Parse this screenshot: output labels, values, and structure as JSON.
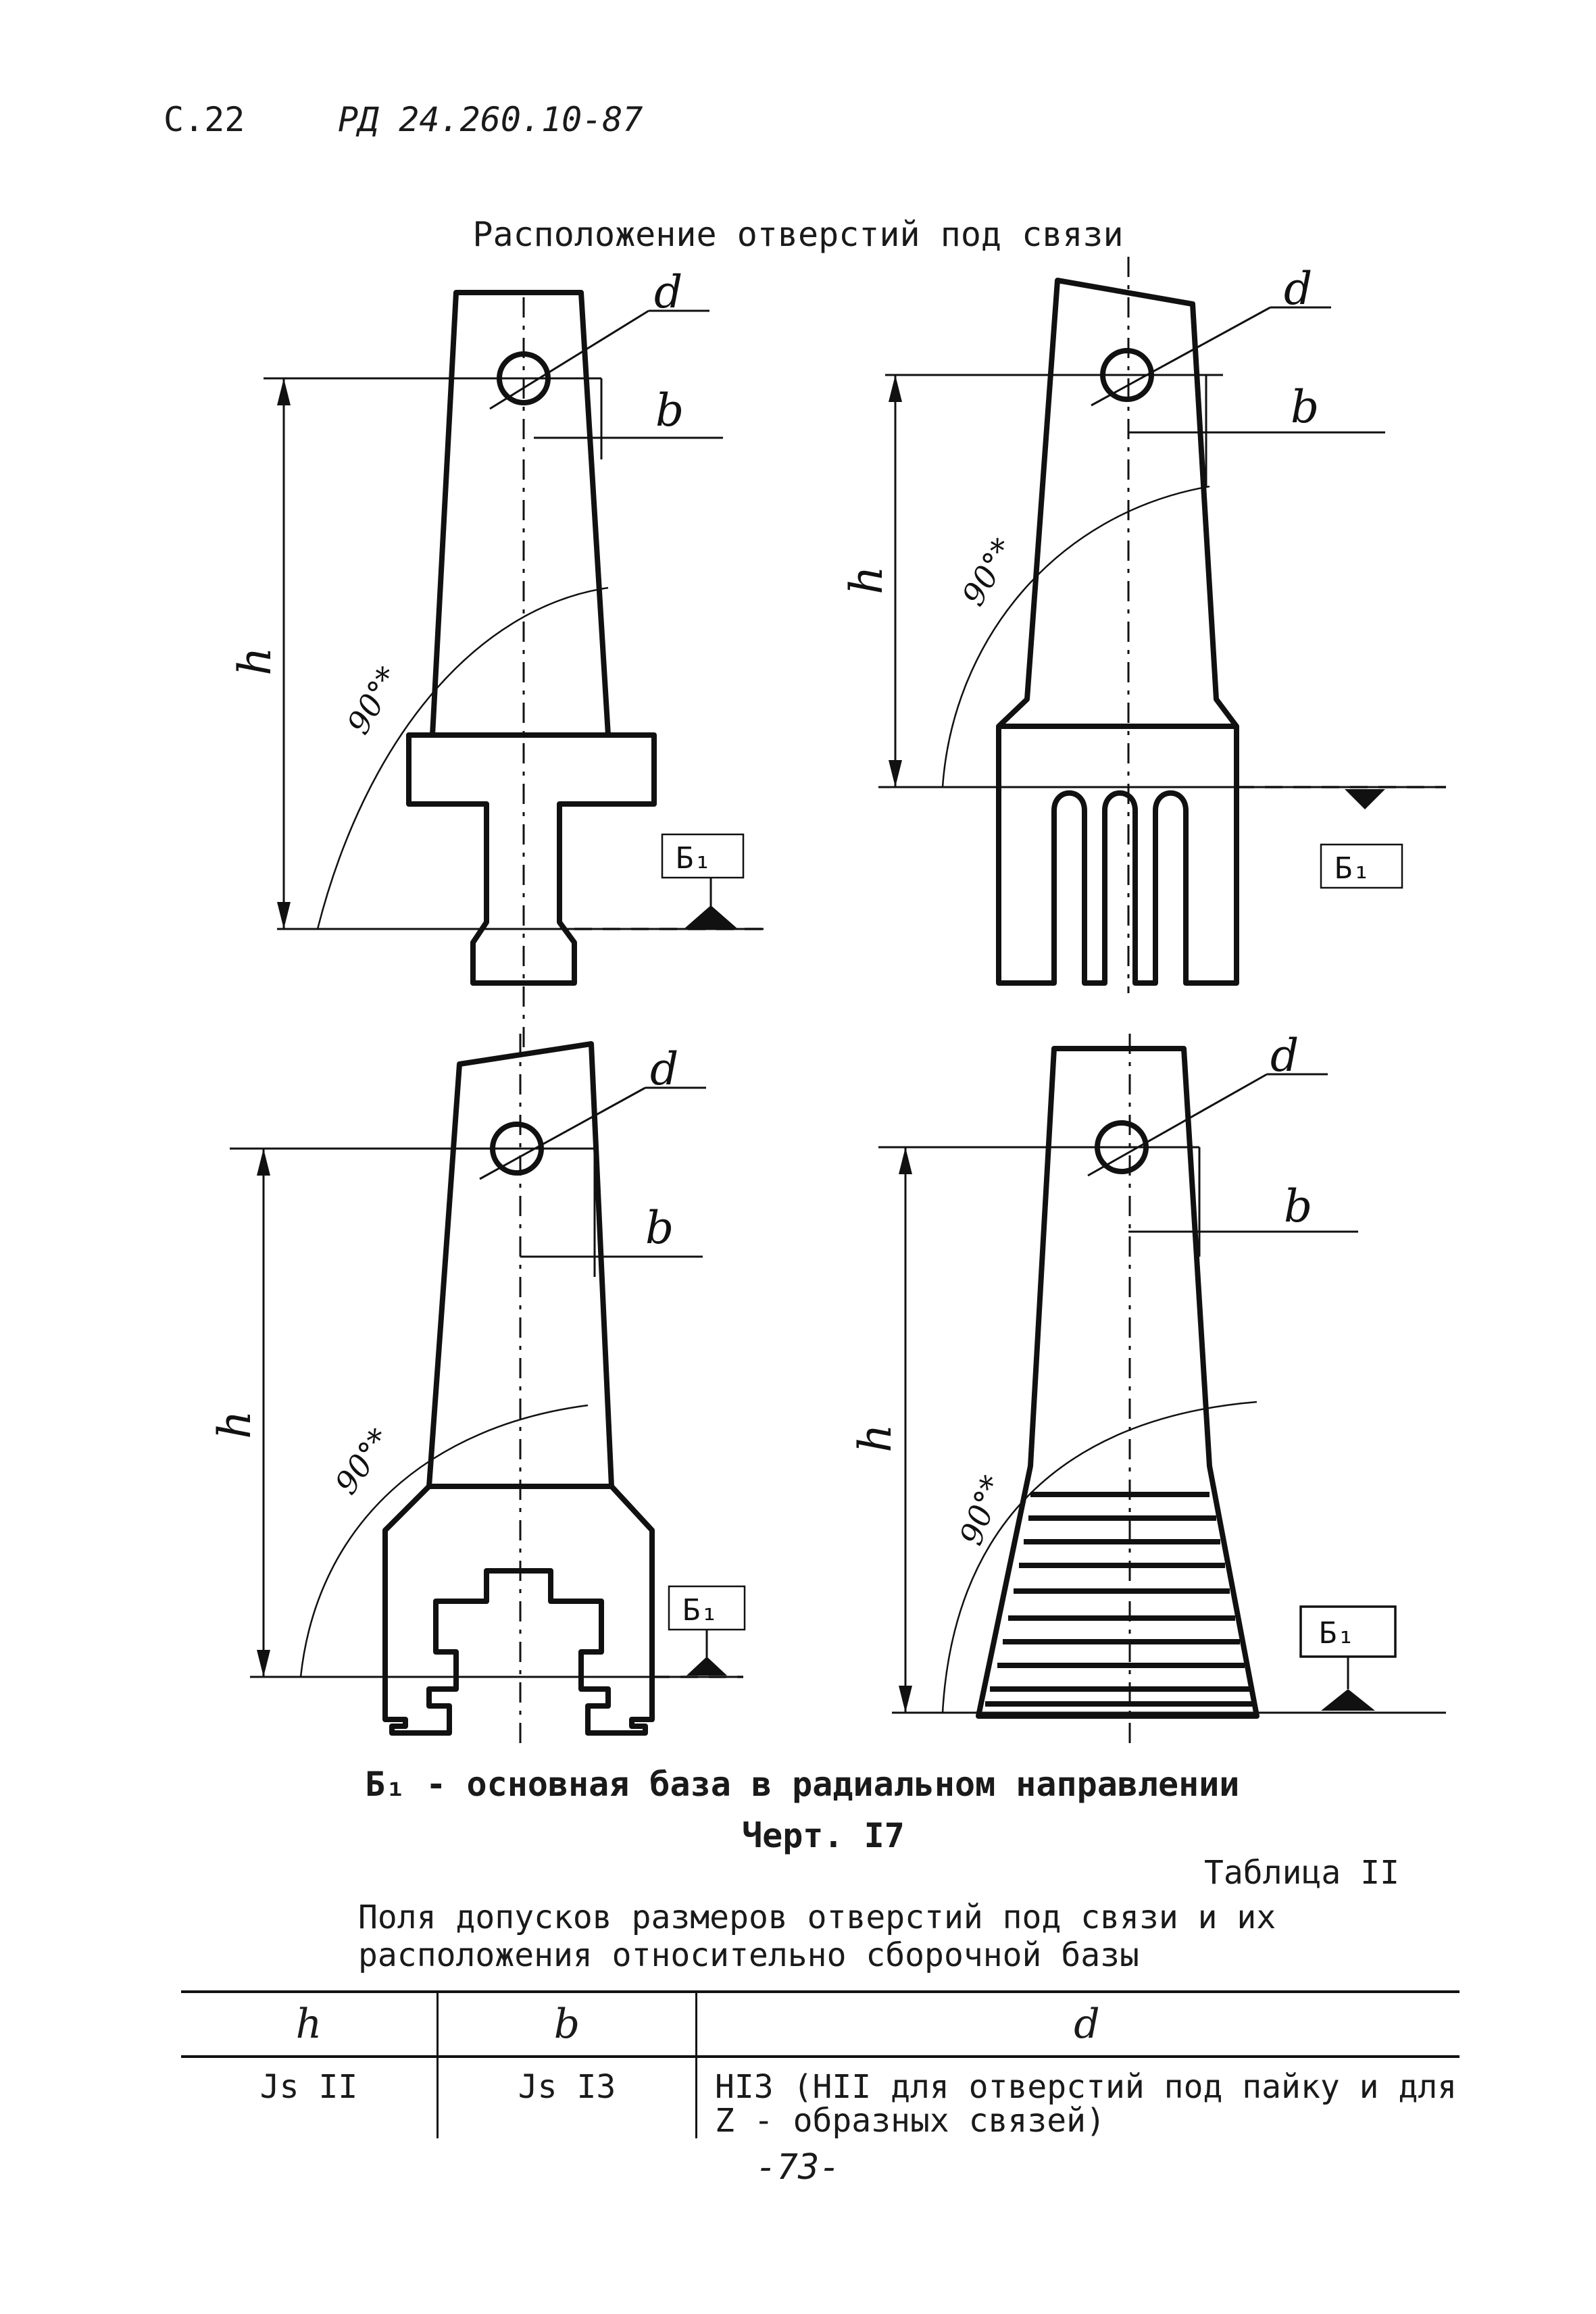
{
  "header": {
    "page": "С.22",
    "doc_code": "РД 24.260.10-87"
  },
  "drawing_title": "Расположение отверстий под связи",
  "figure_labels": {
    "hole": "d",
    "offset": "b",
    "height": "h",
    "angle": "90°*",
    "base": "Б₁"
  },
  "caption": {
    "base_note": "Б₁ - основная база в радиальном направлении",
    "figure_no": "Черт. I7"
  },
  "table": {
    "label": "Таблица II",
    "title": "Поля допусков размеров отверстий под связи и их расположения относительно сборочной базы",
    "headers": [
      "h",
      "b",
      "d"
    ],
    "row": [
      "Js II",
      "Js I3",
      "HI3 (HII для отверстий под пайку и для Z - образных связей)"
    ]
  },
  "page_number": "-73-"
}
